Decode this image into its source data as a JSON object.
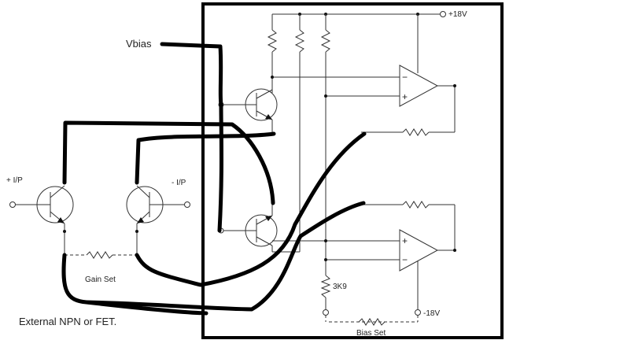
{
  "labels": {
    "vbias": "Vbias",
    "pos_input": "+ I/P",
    "neg_input": "- I/P",
    "gain_set": "Gain Set",
    "external_note": "External NPN or FET.",
    "supply_pos": "+18V",
    "supply_neg": "-18V",
    "resistor_3k9": "3K9",
    "bias_set": "Bias Set"
  },
  "opamp_signs": {
    "upper_inverting": "−",
    "upper_noninverting": "+",
    "lower_noninverting": "+",
    "lower_inverting": "−"
  }
}
